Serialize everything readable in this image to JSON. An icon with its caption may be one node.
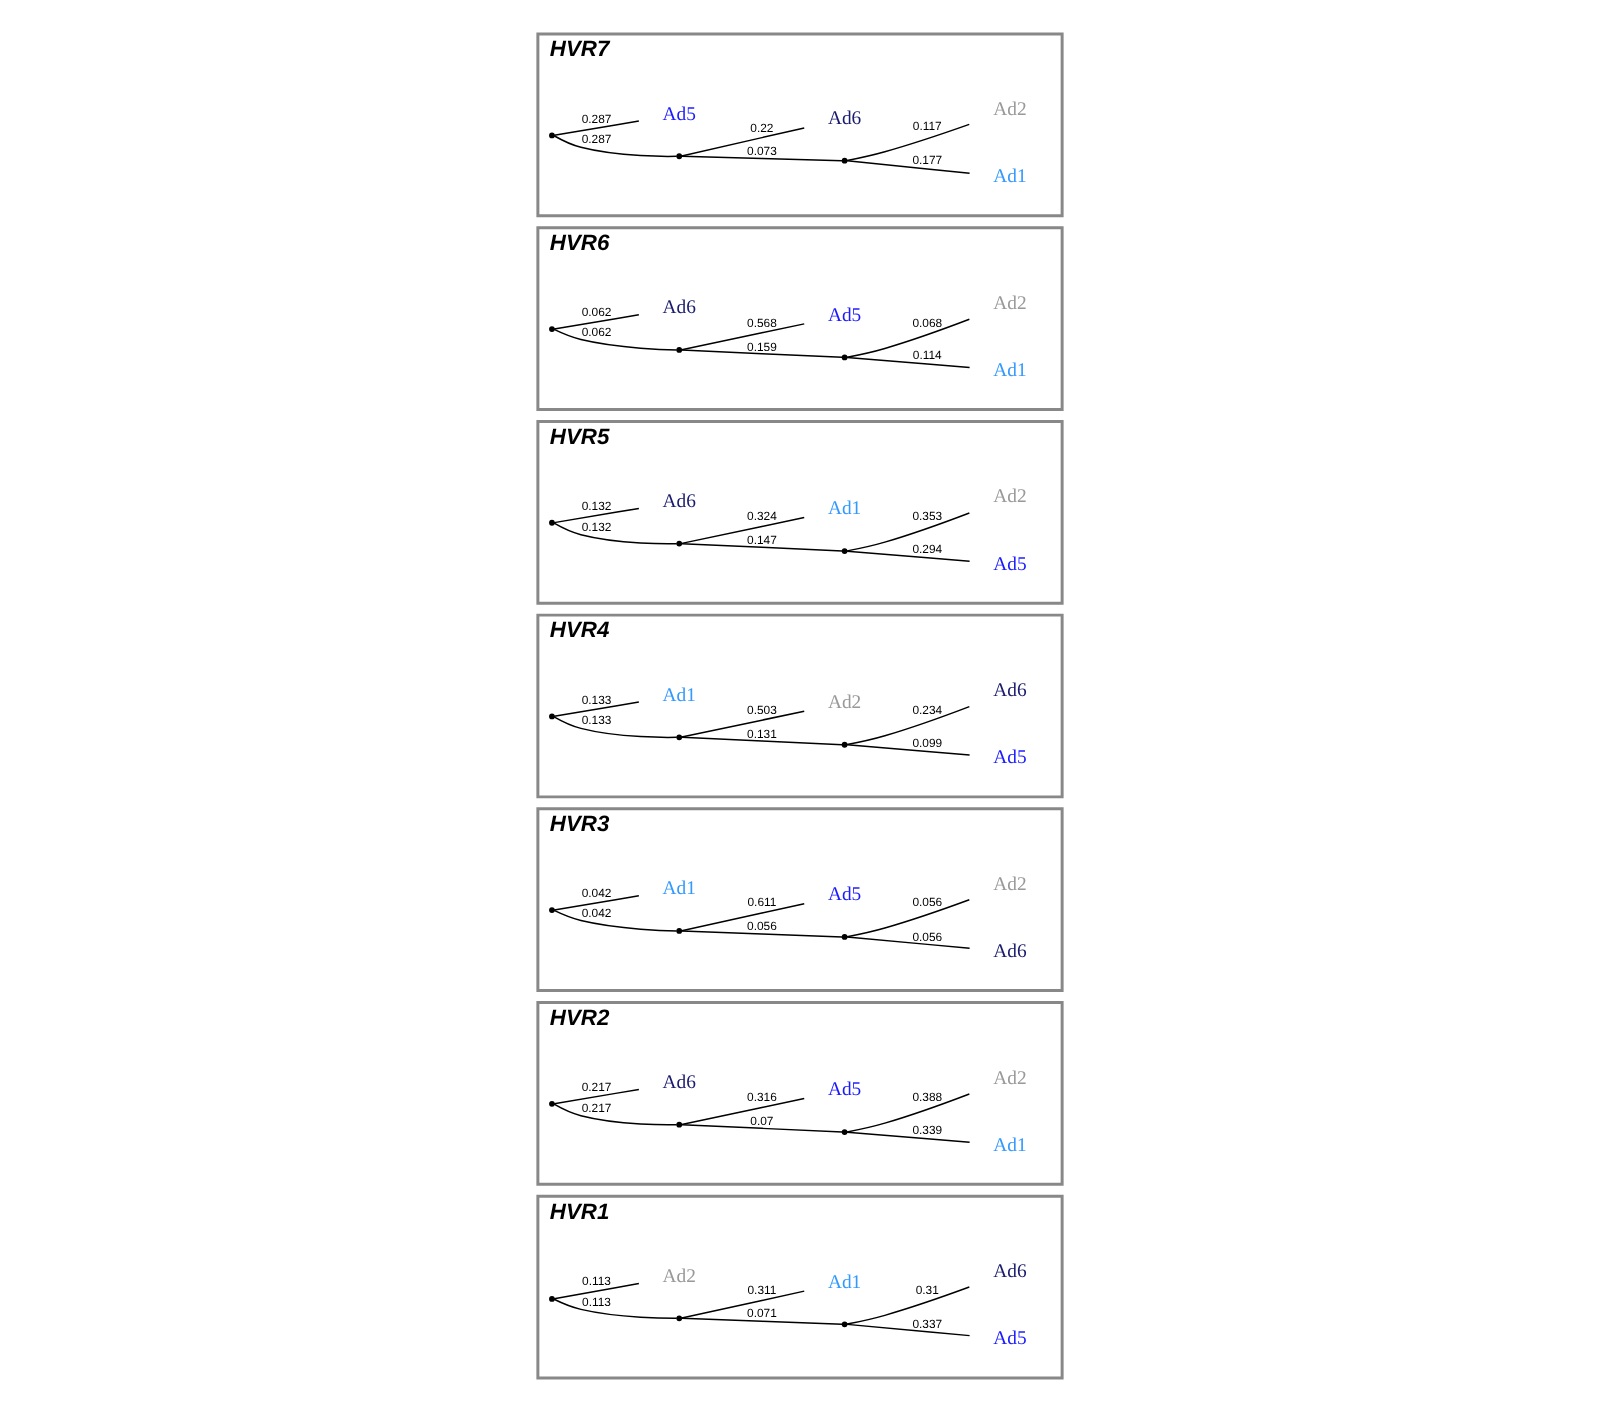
{
  "diagram": {
    "nodes": [
      {
        "text": [
          "HVR1"
        ]
      },
      {
        "text": [],
        "shape": "point",
        "in": 0
      },
      {
        "text": [],
        "shape": "point",
        "in": 0
      },
      {
        "text": [],
        "shape": "point",
        "in": 0
      },
      {
        "text": [
          "Ad2"
        ],
        "in": 0
      },
      {
        "text": [
          "Ad5"
        ],
        "in": 0
      },
      {
        "text": [
          "Ad6"
        ],
        "in": 0
      },
      {
        "text": [
          "Ad1"
        ],
        "in": 0
      },
      {
        "text": [
          "HVR2"
        ]
      },
      {
        "text": [],
        "shape": "point",
        "in": 8
      },
      {
        "text": [],
        "shape": "point",
        "in": 8
      },
      {
        "text": [],
        "shape": "point",
        "in": 8
      },
      {
        "text": [
          "Ad6"
        ],
        "in": 8
      },
      {
        "text": [
          "Ad5"
        ],
        "in": 8
      },
      {
        "text": [
          "Ad1"
        ],
        "in": 8
      },
      {
        "text": [
          "Ad2"
        ],
        "in": 8
      },
      {
        "text": [
          "HVR3"
        ]
      },
      {
        "text": [],
        "shape": "point",
        "in": 16
      },
      {
        "text": [],
        "shape": "point",
        "in": 16
      },
      {
        "text": [],
        "shape": "point",
        "in": 16
      },
      {
        "text": [
          "Ad6"
        ],
        "in": 16
      },
      {
        "text": [
          "Ad2"
        ],
        "in": 16
      },
      {
        "text": [
          "Ad5"
        ],
        "in": 16
      },
      {
        "text": [
          "Ad1"
        ],
        "in": 16
      },
      {
        "text": [
          "HVR4"
        ]
      },
      {
        "text": [],
        "shape": "point",
        "in": 24
      },
      {
        "text": [],
        "shape": "point",
        "in": 24
      },
      {
        "text": [],
        "shape": "point",
        "in": 24
      },
      {
        "text": [
          "Ad1"
        ],
        "in": 24
      },
      {
        "text": [
          "Ad2"
        ],
        "in": 24
      },
      {
        "text": [
          "Ad5"
        ],
        "in": 24
      },
      {
        "text": [
          "Ad6"
        ],
        "in": 24
      },
      {
        "text": [
          "HVR5"
        ]
      },
      {
        "text": [],
        "shape": "point",
        "in": 32
      },
      {
        "text": [],
        "shape": "point",
        "in": 32
      },
      {
        "text": [],
        "shape": "point",
        "in": 32
      },
      {
        "text": [
          "Ad6"
        ],
        "in": 32
      },
      {
        "text": [
          "Ad5"
        ],
        "in": 32
      },
      {
        "text": [
          "Ad2"
        ],
        "in": 32
      },
      {
        "text": [
          "Ad1"
        ],
        "in": 32
      },
      {
        "text": [
          "HVR6"
        ]
      },
      {
        "text": [],
        "shape": "point",
        "in": 40
      },
      {
        "text": [],
        "shape": "point",
        "in": 40
      },
      {
        "text": [],
        "shape": "point",
        "in": 40
      },
      {
        "text": [
          "Ad5"
        ],
        "in": 40
      },
      {
        "text": [
          "Ad1"
        ],
        "in": 40
      },
      {
        "text": [
          "Ad2"
        ],
        "in": 40
      },
      {
        "text": [
          "Ad6"
        ],
        "in": 40
      },
      {
        "text": [
          "HVR7"
        ]
      },
      {
        "text": [],
        "shape": "point",
        "in": 48
      },
      {
        "text": [],
        "shape": "point",
        "in": 48
      },
      {
        "text": [],
        "shape": "point",
        "in": 48
      },
      {
        "text": [
          "Ad5"
        ],
        "in": 48
      },
      {
        "text": [
          "Ad1"
        ],
        "in": 48
      },
      {
        "text": [
          "Ad2"
        ],
        "in": 48
      },
      {
        "text": [
          "Ad6"
        ],
        "in": 48
      }
    ],
    "edges": [
      {
        "from": 1,
        "to": 4,
        "arrow": "none",
        "label": "0.113"
      },
      {
        "from": 1,
        "to": 2,
        "arrow": "none",
        "label": "0.113"
      },
      {
        "from": 2,
        "to": 3,
        "arrow": "none",
        "label": "0.071"
      },
      {
        "from": 2,
        "to": 7,
        "arrow": "none",
        "label": "0.311"
      },
      {
        "from": 3,
        "to": 5,
        "arrow": "none",
        "label": "0.337"
      },
      {
        "from": 3,
        "to": 6,
        "arrow": "none",
        "label": "0.31"
      },
      {
        "from": 9,
        "to": 12,
        "arrow": "none",
        "label": "0.217"
      },
      {
        "from": 9,
        "to": 10,
        "arrow": "none",
        "label": "0.217"
      },
      {
        "from": 10,
        "to": 13,
        "arrow": "none",
        "label": "0.316"
      },
      {
        "from": 10,
        "to": 11,
        "arrow": "none",
        "label": "0.07"
      },
      {
        "from": 11,
        "to": 14,
        "arrow": "none",
        "label": "0.339"
      },
      {
        "from": 11,
        "to": 15,
        "arrow": "none",
        "label": "0.388"
      },
      {
        "from": 17,
        "to": 18,
        "arrow": "none",
        "label": "0.042"
      },
      {
        "from": 17,
        "to": 23,
        "arrow": "none",
        "label": "0.042"
      },
      {
        "from": 18,
        "to": 19,
        "arrow": "none",
        "label": "0.056"
      },
      {
        "from": 18,
        "to": 22,
        "arrow": "none",
        "label": "0.611"
      },
      {
        "from": 19,
        "to": 20,
        "arrow": "none",
        "label": "0.056"
      },
      {
        "from": 19,
        "to": 21,
        "arrow": "none",
        "label": "0.056"
      },
      {
        "from": 25,
        "to": 28,
        "arrow": "none",
        "label": "0.133"
      },
      {
        "from": 25,
        "to": 26,
        "arrow": "none",
        "label": "0.133"
      },
      {
        "from": 26,
        "to": 29,
        "arrow": "none",
        "label": "0.503"
      },
      {
        "from": 26,
        "to": 27,
        "arrow": "none",
        "label": "0.131"
      },
      {
        "from": 27,
        "to": 30,
        "arrow": "none",
        "label": "0.099"
      },
      {
        "from": 27,
        "to": 31,
        "arrow": "none",
        "label": "0.234"
      },
      {
        "from": 33,
        "to": 36,
        "arrow": "none",
        "label": "0.132"
      },
      {
        "from": 33,
        "to": 34,
        "arrow": "none",
        "label": "0.132"
      },
      {
        "from": 34,
        "to": 35,
        "arrow": "none",
        "label": "0.147"
      },
      {
        "from": 34,
        "to": 39,
        "arrow": "none",
        "label": "0.324"
      },
      {
        "from": 35,
        "to": 37,
        "arrow": "none",
        "label": "0.294"
      },
      {
        "from": 35,
        "to": 38,
        "arrow": "none",
        "label": "0.353"
      },
      {
        "from": 41,
        "to": 42,
        "arrow": "none",
        "label": "0.062"
      },
      {
        "from": 41,
        "to": 47,
        "arrow": "none",
        "label": "0.062"
      },
      {
        "from": 42,
        "to": 44,
        "arrow": "none",
        "label": "0.568"
      },
      {
        "from": 42,
        "to": 43,
        "arrow": "none",
        "label": "0.159"
      },
      {
        "from": 43,
        "to": 45,
        "arrow": "none",
        "label": "0.114"
      },
      {
        "from": 43,
        "to": 46,
        "arrow": "none",
        "label": "0.068"
      },
      {
        "from": 49,
        "to": 52,
        "arrow": "none",
        "label": "0.287"
      },
      {
        "from": 49,
        "to": 50,
        "arrow": "none",
        "label": "0.287"
      },
      {
        "from": 50,
        "to": 51,
        "arrow": "none",
        "label": "0.073"
      },
      {
        "from": 50,
        "to": 55,
        "arrow": "none",
        "label": "0.22"
      },
      {
        "from": 51,
        "to": 53,
        "arrow": "none",
        "label": "0.177"
      },
      {
        "from": 51,
        "to": 54,
        "arrow": "none",
        "label": "0.117"
      }
    ]
  }
}
